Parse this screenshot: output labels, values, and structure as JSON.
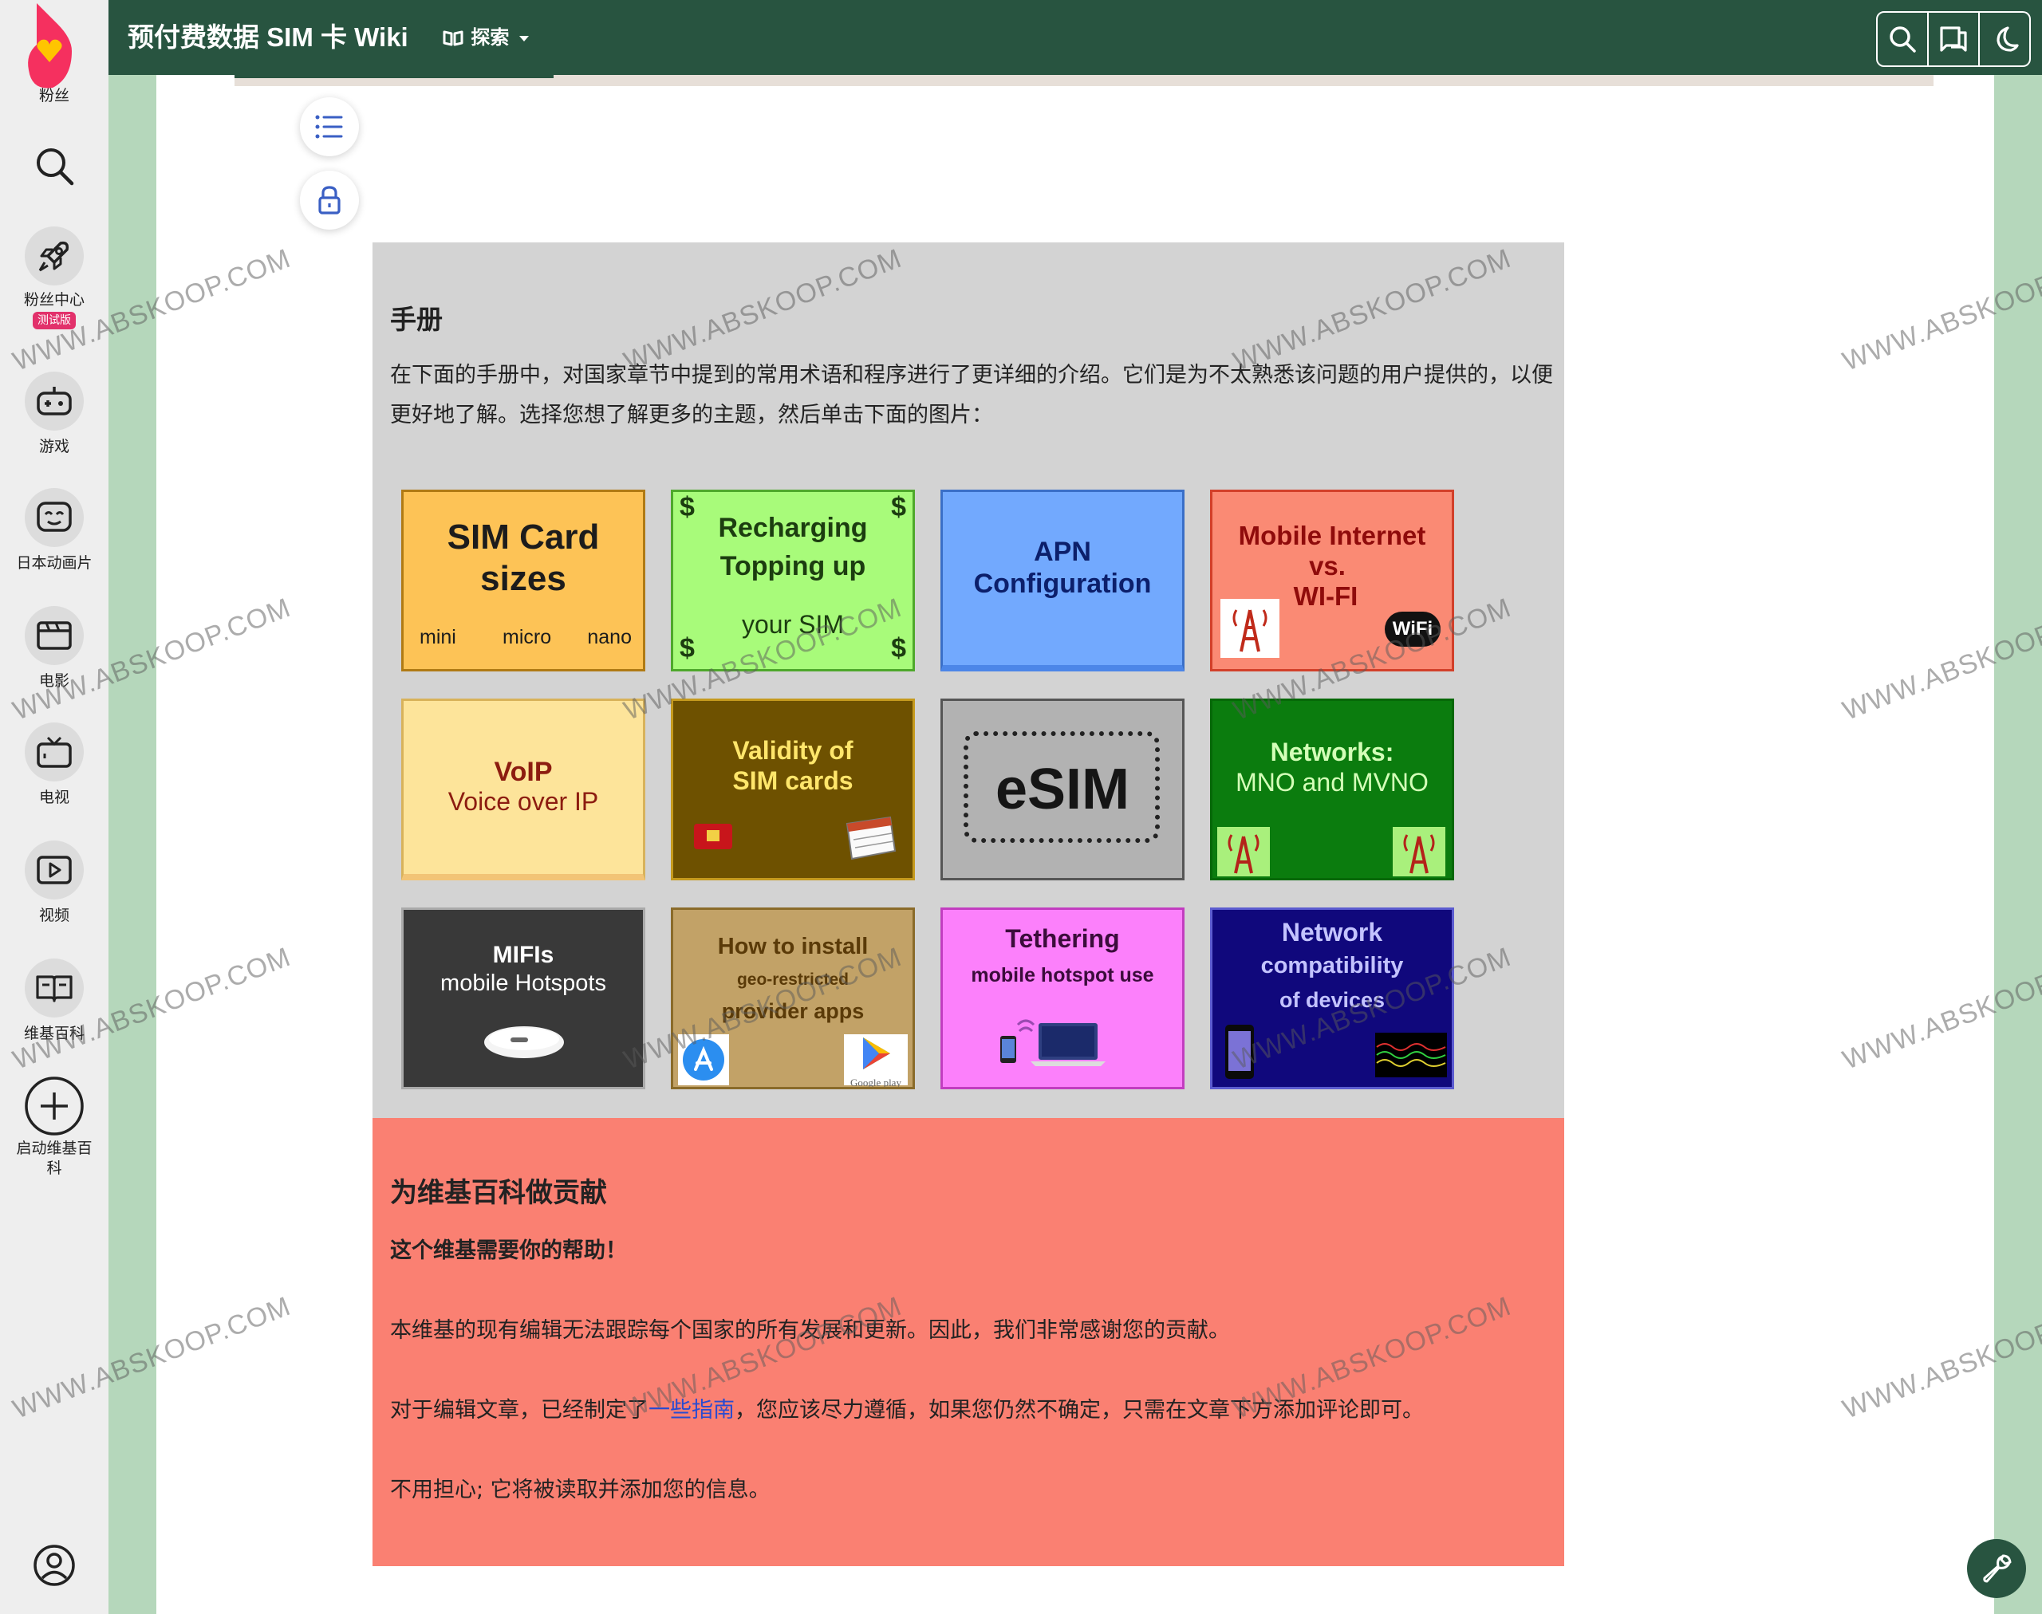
{
  "global_nav": {
    "fans_label": "粉丝",
    "fan_center_label": "粉丝中心",
    "fan_center_badge": "测试版",
    "games_label": "游戏",
    "anime_label": "日本动画片",
    "movies_label": "电影",
    "tv_label": "电视",
    "video_label": "视频",
    "wiki_label": "维基百科",
    "start_wiki_label": "启动维基百科"
  },
  "header": {
    "wiki_title": "预付费数据 SIM 卡 Wiki",
    "explore_label": "探索"
  },
  "handbook": {
    "title": "手册",
    "description": "在下面的手册中，对国家章节中提到的常用术语和程序进行了更详细的介绍。它们是为不太熟悉该问题的用户提供的，以便更好地了解。选择您想了解更多的主题，然后单击下面的图片：",
    "tiles": [
      {
        "l1": "SIM Card",
        "l2": "sizes",
        "s1": "mini",
        "s2": "micro",
        "s3": "nano",
        "bg": "#fdc356"
      },
      {
        "l1": "Recharging",
        "l2": "Topping up",
        "l3": "your SIM",
        "sym": "$",
        "bg": "#a8fb7a"
      },
      {
        "l1": "APN",
        "l2": "Configuration",
        "bg": "#72a9fe"
      },
      {
        "l1": "Mobile Internet",
        "l2": "vs.",
        "l3": "WI-FI",
        "wifi": "WiFi",
        "bg": "#fa8a74"
      },
      {
        "l1": "VoIP",
        "l2": "Voice over IP",
        "bg": "#fde49a"
      },
      {
        "l1": "Validity of",
        "l2": "SIM cards",
        "bg": "#6e5100"
      },
      {
        "l1": "eSIM",
        "bg": "#b2b2b2"
      },
      {
        "l1": "Networks:",
        "l2": "MNO and MVNO",
        "bg": "#0b7c0e"
      },
      {
        "l1": "MIFIs",
        "l2": "mobile Hotspots",
        "bg": "#393939"
      },
      {
        "l1": "How to install",
        "l2": "geo-restricted",
        "l3": "provider apps",
        "play": "Google play",
        "bg": "#c2a267"
      },
      {
        "l1": "Tethering",
        "l2": "mobile hotspot use",
        "bg": "#fc80fb"
      },
      {
        "l1": "Network",
        "l2": "compatibility",
        "l3": "of devices",
        "bg": "#10087c"
      }
    ]
  },
  "contribute": {
    "title": "为维基百科做贡献",
    "subtitle": "这个维基需要你的帮助！",
    "p1": "本维基的现有编辑无法跟踪每个国家的所有发展和更新。因此，我们非常感谢您的贡献。",
    "p2_before": "对于编辑文章，已经制定了",
    "p2_link": "一些指南",
    "p2_after": "，您应该尽力遵循，如果您仍然不确定，只需在文章下方添加评论即可。",
    "p3": "不用担心; 它将被读取并添加您的信息。"
  },
  "watermark": "WWW.ABSKOOP.COM",
  "colors": {
    "header_bg": "#285440",
    "side_rail": "#b5d7bb",
    "handbook_bg": "#d3d3d3",
    "contribute_bg": "#fa8072",
    "link": "#2a4bd0",
    "fandom_pink": "#f5305f"
  }
}
